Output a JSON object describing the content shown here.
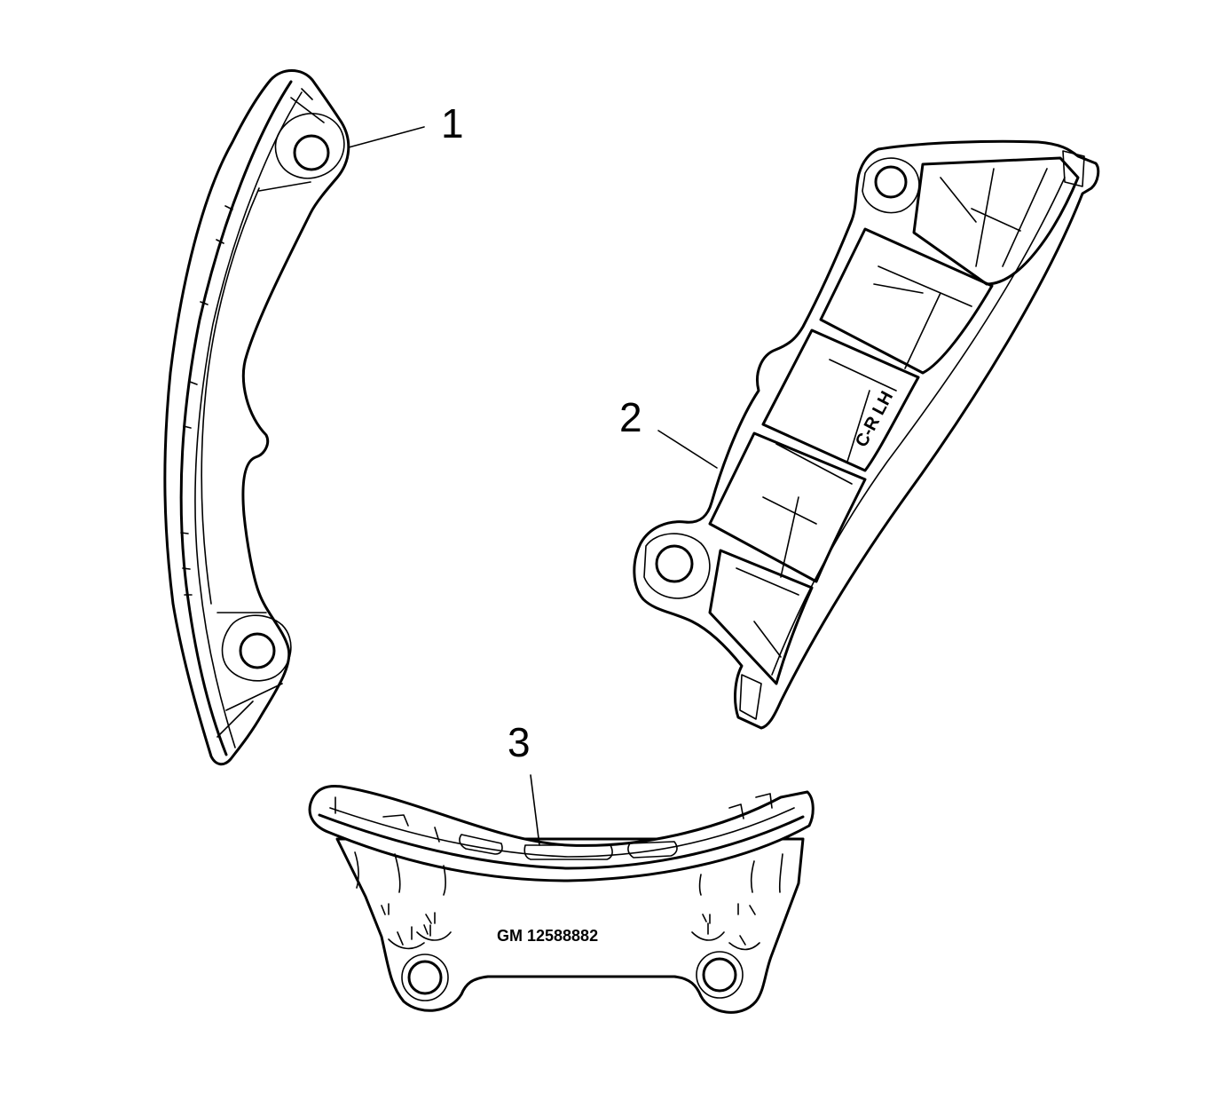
{
  "callouts": [
    {
      "id": "1",
      "label": "1"
    },
    {
      "id": "2",
      "label": "2"
    },
    {
      "id": "3",
      "label": "3"
    }
  ],
  "markings": {
    "guide_2": "C-R  LH",
    "guide_3": "GM  12588882"
  },
  "colors": {
    "ink": "#000000",
    "background": "#ffffff"
  }
}
